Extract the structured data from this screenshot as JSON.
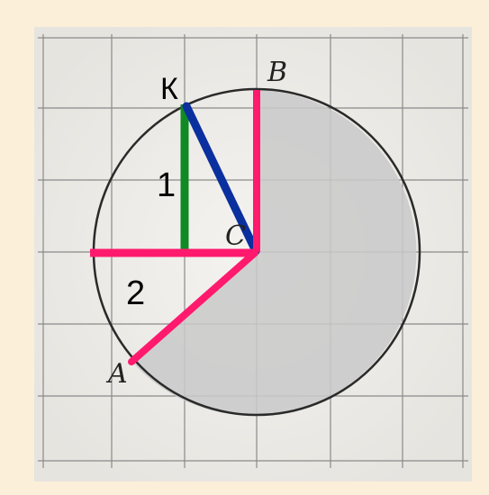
{
  "diagram": {
    "points": {
      "A": "A",
      "B": "B",
      "C": "C",
      "K": "К"
    },
    "segment_labels": {
      "green": "1",
      "horizontal": "2"
    },
    "colors": {
      "background": "#fbefd9",
      "paper": "#f3f1ec",
      "grid": "#8a8a8a",
      "sector": "#c9c9c9",
      "circle": "#2a2a2a",
      "pink": "#ff1a6e",
      "green": "#0f8a24",
      "blue": "#0a2f9e"
    }
  }
}
